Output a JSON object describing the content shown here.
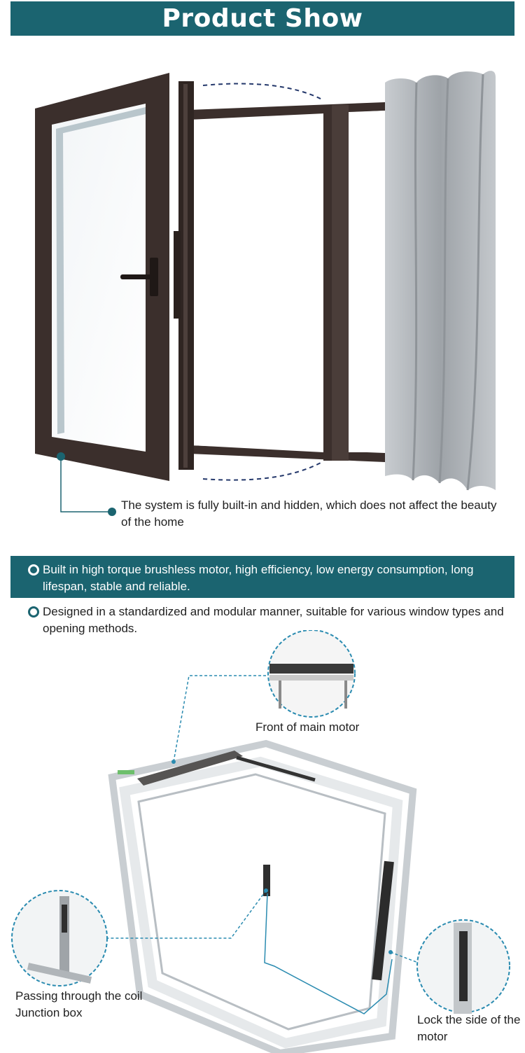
{
  "header": {
    "title": "Product Show"
  },
  "hero": {
    "caption": "The system is fully built-in and hidden, which does not affect the beauty of the home"
  },
  "features": [
    {
      "text": "Built in high torque brushless motor, high efficiency, low energy consumption, long lifespan, stable and reliable."
    },
    {
      "text": "Designed in a standardized and modular manner, suitable for various window types and opening methods."
    }
  ],
  "diagram": {
    "callouts": {
      "top": "Front of main motor",
      "left": "Passing through the coil Junction box",
      "right": "Lock the side of the motor"
    }
  },
  "colors": {
    "teal": "#1b6470",
    "frame_dark": "#3b2f2c",
    "callout_line": "#2a8bb0",
    "curtain": "#a9adb1"
  }
}
